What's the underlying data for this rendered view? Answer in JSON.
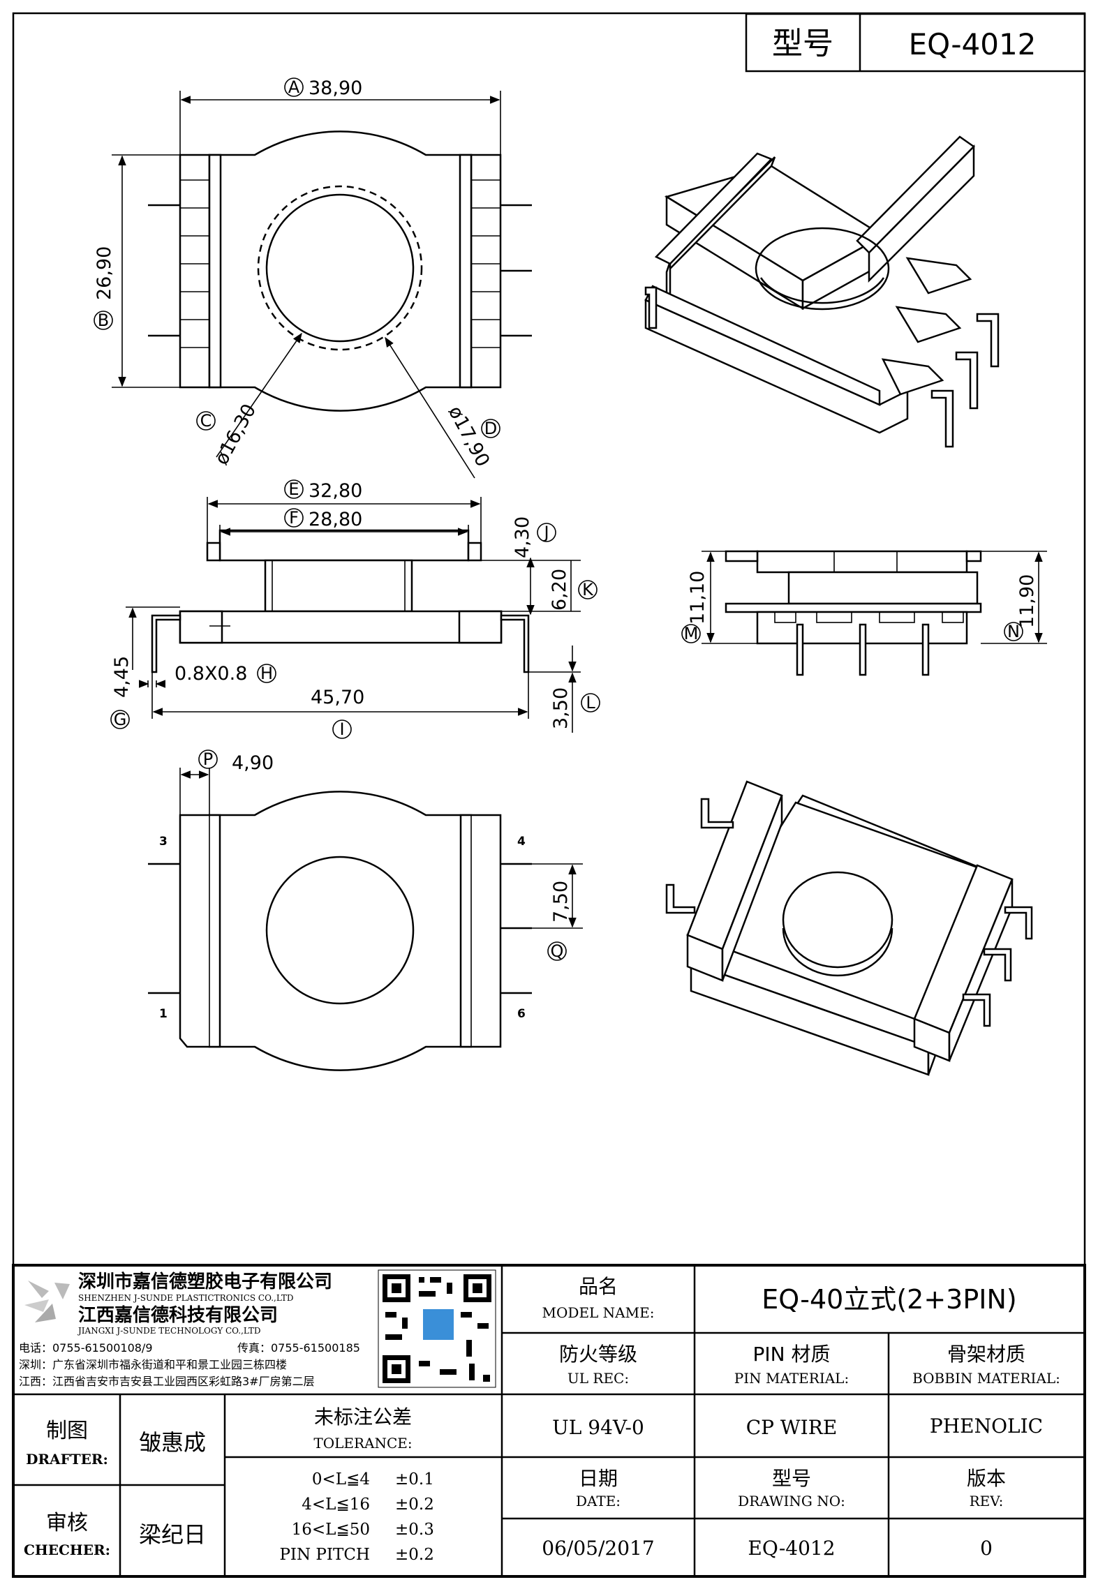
{
  "header": {
    "model_label": "型号",
    "model_value": "EQ-4012"
  },
  "dimensions": {
    "A": {
      "tag": "A",
      "value": "38,90"
    },
    "B": {
      "tag": "B",
      "value": "26,90"
    },
    "C": {
      "tag": "C",
      "value": "ø16,30"
    },
    "D": {
      "tag": "D",
      "value": "ø17,90"
    },
    "E": {
      "tag": "E",
      "value": "32,80"
    },
    "F": {
      "tag": "F",
      "value": "28,80"
    },
    "G": {
      "tag": "G",
      "value": "4,45"
    },
    "H": {
      "tag": "H",
      "value": "0.8X0.8"
    },
    "I": {
      "tag": "I",
      "value": "45,70"
    },
    "J": {
      "tag": "J",
      "value": "4,30"
    },
    "K": {
      "tag": "K",
      "value": "6,20"
    },
    "L": {
      "tag": "L",
      "value": "3,50"
    },
    "M": {
      "tag": "M",
      "value": "11,10"
    },
    "N": {
      "tag": "N",
      "value": "11,90"
    },
    "P": {
      "tag": "P",
      "value": "4,90"
    },
    "Q": {
      "tag": "Q",
      "value": "7,50"
    }
  },
  "pins": {
    "p1": "1",
    "p3": "3",
    "p4": "4",
    "p6": "6"
  },
  "company": {
    "name1": "深圳市嘉信德塑胶电子有限公司",
    "name1_en": "SHENZHEN J-SUNDE PLASTICTRONICS CO.,LTD",
    "name2": "江西嘉信德科技有限公司",
    "name2_en": "JIANGXI J-SUNDE TECHNOLOGY CO.,LTD",
    "tel": "电话：0755-61500108/9",
    "fax": "传真：0755-61500185",
    "addr_sz": "深圳：广东省深圳市福永街道和平和景工业园三栋四楼",
    "addr_jx": "江西：江西省吉安市吉安县工业园西区彩虹路3#厂房第二层"
  },
  "title_block": {
    "model_name_cn": "品名",
    "model_name_en": "MODEL NAME:",
    "model_name_value": "EQ-40立式(2+3PIN)",
    "ul_cn": "防火等级",
    "ul_en": "UL REC:",
    "ul_value": "UL 94V-0",
    "pin_mat_cn": "PIN 材质",
    "pin_mat_en": "PIN MATERIAL:",
    "pin_mat_value": "CP WIRE",
    "bobbin_mat_cn": "骨架材质",
    "bobbin_mat_en": "BOBBIN MATERIAL:",
    "bobbin_mat_value": "PHENOLIC",
    "drafter_cn": "制图",
    "drafter_en": "DRAFTER:",
    "drafter_value": "皱惠成",
    "checker_cn": "审核",
    "checker_en": "CHECHER:",
    "checker_value": "梁纪日",
    "tolerance_cn": "未标注公差",
    "tolerance_en": "TOLERANCE:",
    "tolerances": [
      {
        "range": "0<L≦4",
        "value": "±0.1"
      },
      {
        "range": "4<L≦16",
        "value": "±0.2"
      },
      {
        "range": "16<L≦50",
        "value": "±0.3"
      },
      {
        "range": "PIN PITCH",
        "value": "±0.2"
      }
    ],
    "date_cn": "日期",
    "date_en": "DATE:",
    "date_value": "06/05/2017",
    "drawing_no_cn": "型号",
    "drawing_no_en": "DRAWING NO:",
    "drawing_no_value": "EQ-4012",
    "rev_cn": "版本",
    "rev_en": "REV:",
    "rev_value": "0"
  }
}
